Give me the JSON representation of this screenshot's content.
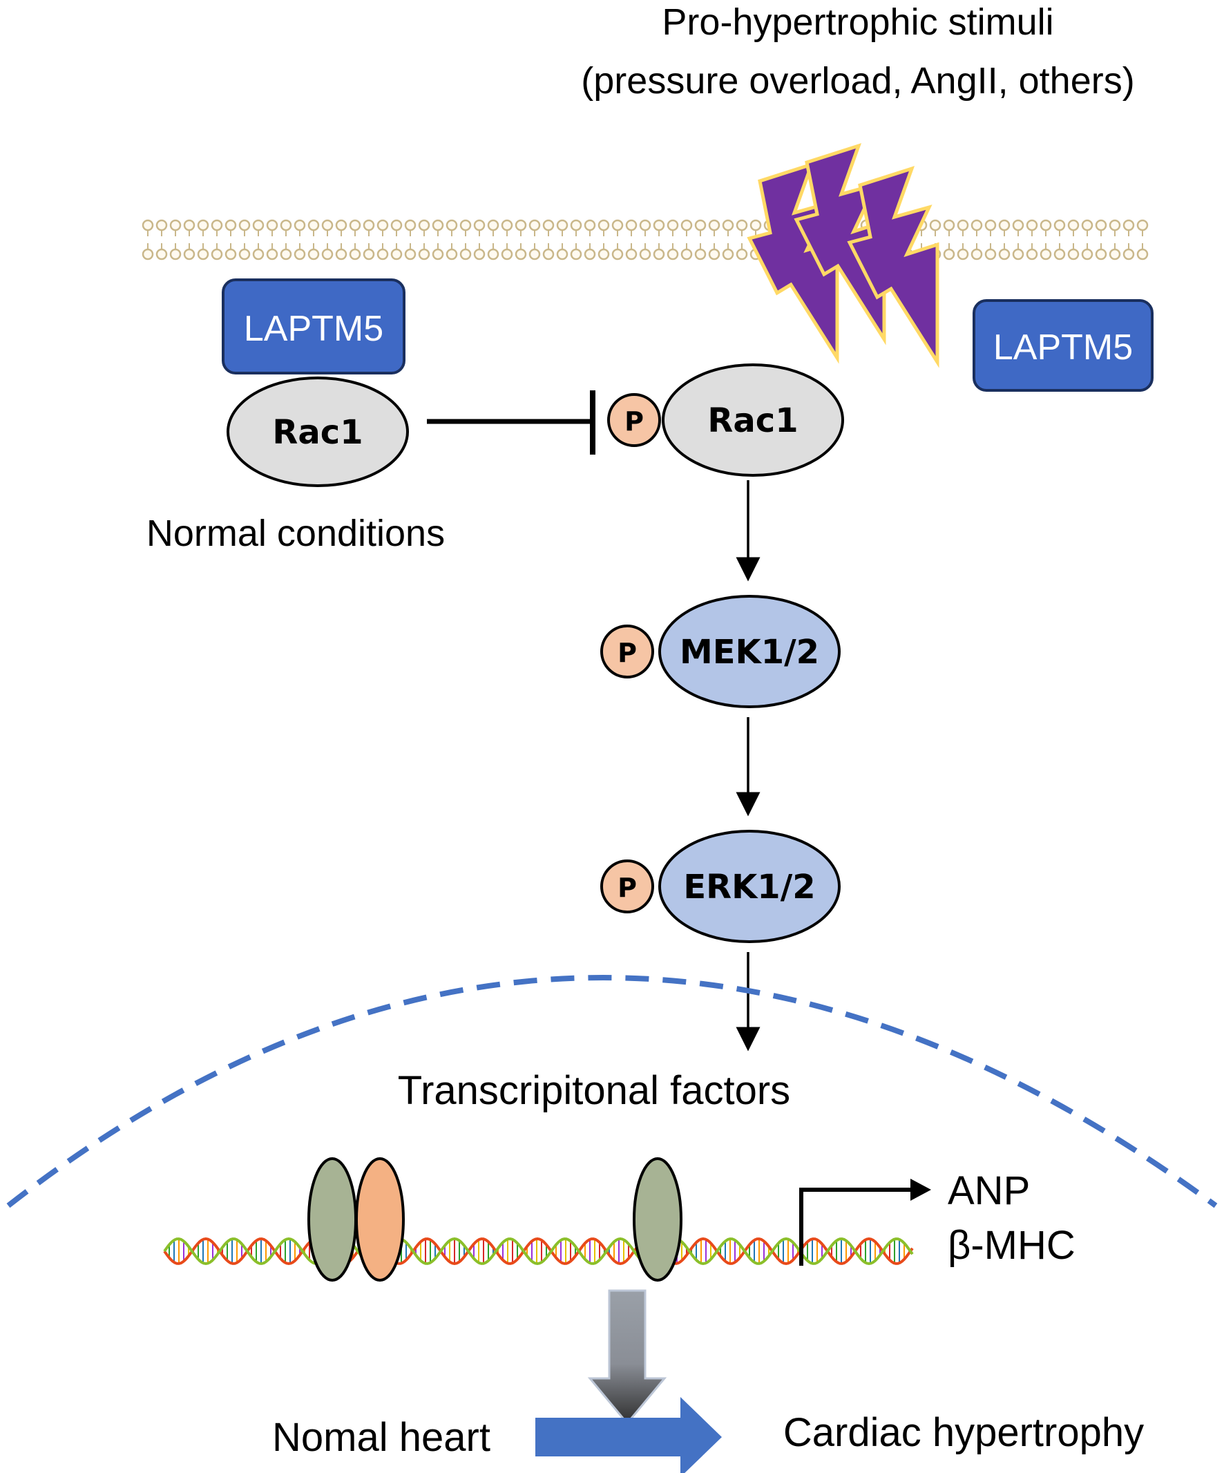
{
  "stimulus": {
    "title": "Pro-hypertrophic stimuli",
    "subtitle": "(pressure overload, AngII, others)"
  },
  "left_complex": {
    "laptm5_label": "LAPTM5",
    "rac1_label": "Rac1",
    "caption": "Normal conditions"
  },
  "right_laptm5_label": "LAPTM5",
  "pathway": {
    "phospho_label": "P",
    "rac1_label": "Rac1",
    "mek_label": "MEK1/2",
    "erk_label": "ERK1/2",
    "tf_label": "Transcripitonal factors"
  },
  "genes": {
    "anp_label": "ANP",
    "bmhc_label": "β-MHC"
  },
  "outcome": {
    "left_label": "Nomal heart",
    "right_label": "Cardiac hypertrophy"
  },
  "colors": {
    "laptm5_fill": "#3f69c5",
    "rac1_fill": "#dedede",
    "kinase_fill": "#b3c5e7",
    "phospho_fill": "#f6c5a5",
    "lightning_fill": "#7030a0",
    "lightning_edge": "#ffd965",
    "membrane": "#c9b78a",
    "nucleus_dash": "#4472c4",
    "tf_green": "#a7b394",
    "tf_orange": "#f4b183",
    "outcome_arrow": "#4472c4"
  }
}
